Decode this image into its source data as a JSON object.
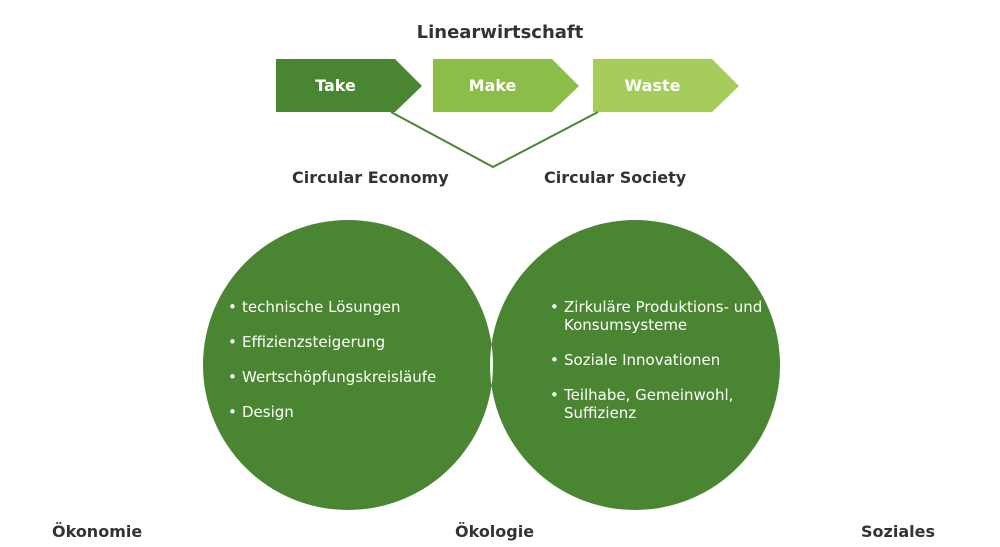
{
  "title": "Linearwirtschaft",
  "steps": [
    "Take",
    "Make",
    "Waste"
  ],
  "circle_left": {
    "label": "Circular Economy",
    "items": [
      "technische Lösungen",
      "Effizienzsteigerung",
      "Wertschöpfungskreisläufe",
      "Design"
    ]
  },
  "circle_right": {
    "label": "Circular Society",
    "items": [
      "Zirkuläre Produktions- und Konsumsysteme",
      "Soziale Innovationen",
      "Teilhabe, Gemeinwohl, Suffizienz"
    ]
  },
  "bottom": [
    "Ökonomie",
    "Ökologie",
    "Soziales"
  ],
  "colors": {
    "dark_green": "#4a8532",
    "mid_green": "#8bbd48",
    "light_green": "#a6cd5c",
    "text_dark": "#333333"
  }
}
